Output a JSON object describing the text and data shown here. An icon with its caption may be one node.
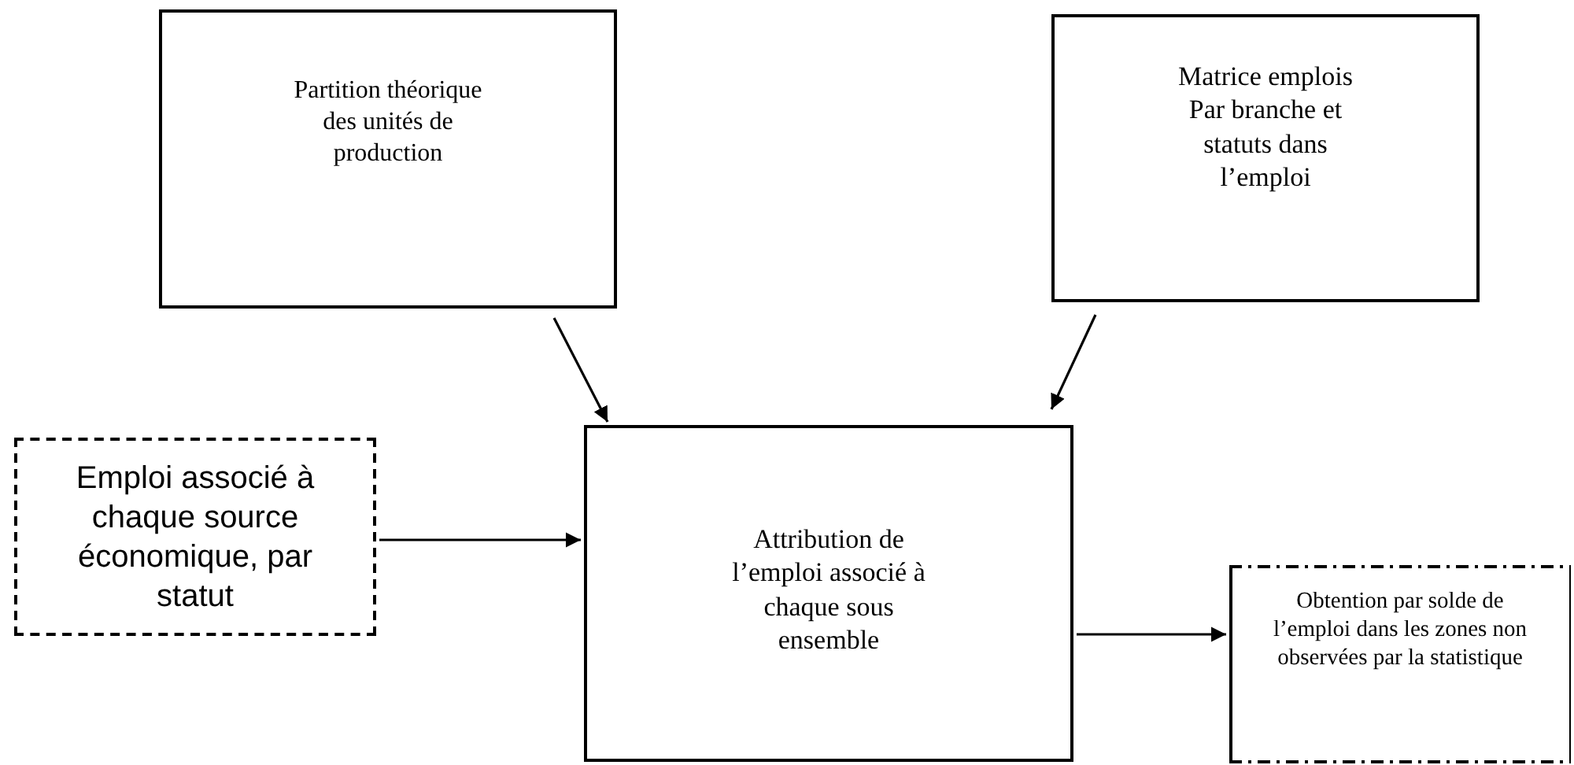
{
  "diagram": {
    "nodes": [
      {
        "text": [
          "Partition théorique des unités de production"
        ]
      },
      {
        "text": [
          "Matrice emplois Par branche et statuts dans l’emploi"
        ]
      },
      {
        "text": [
          "Emploi associé à chaque source économique, par statut"
        ]
      },
      {
        "text": [
          "Attribution de l’emploi associé à chaque sous ensemble"
        ]
      },
      {
        "text": [
          "Obtention par solde de l’emploi dans les zones non observées par la statistique"
        ]
      }
    ],
    "edges": [
      {
        "from": 0,
        "to": 3,
        "arrow": "to"
      },
      {
        "from": 1,
        "to": 3,
        "arrow": "to"
      },
      {
        "from": 2,
        "to": 3,
        "arrow": "to"
      },
      {
        "from": 3,
        "to": 4,
        "arrow": "to"
      }
    ]
  }
}
